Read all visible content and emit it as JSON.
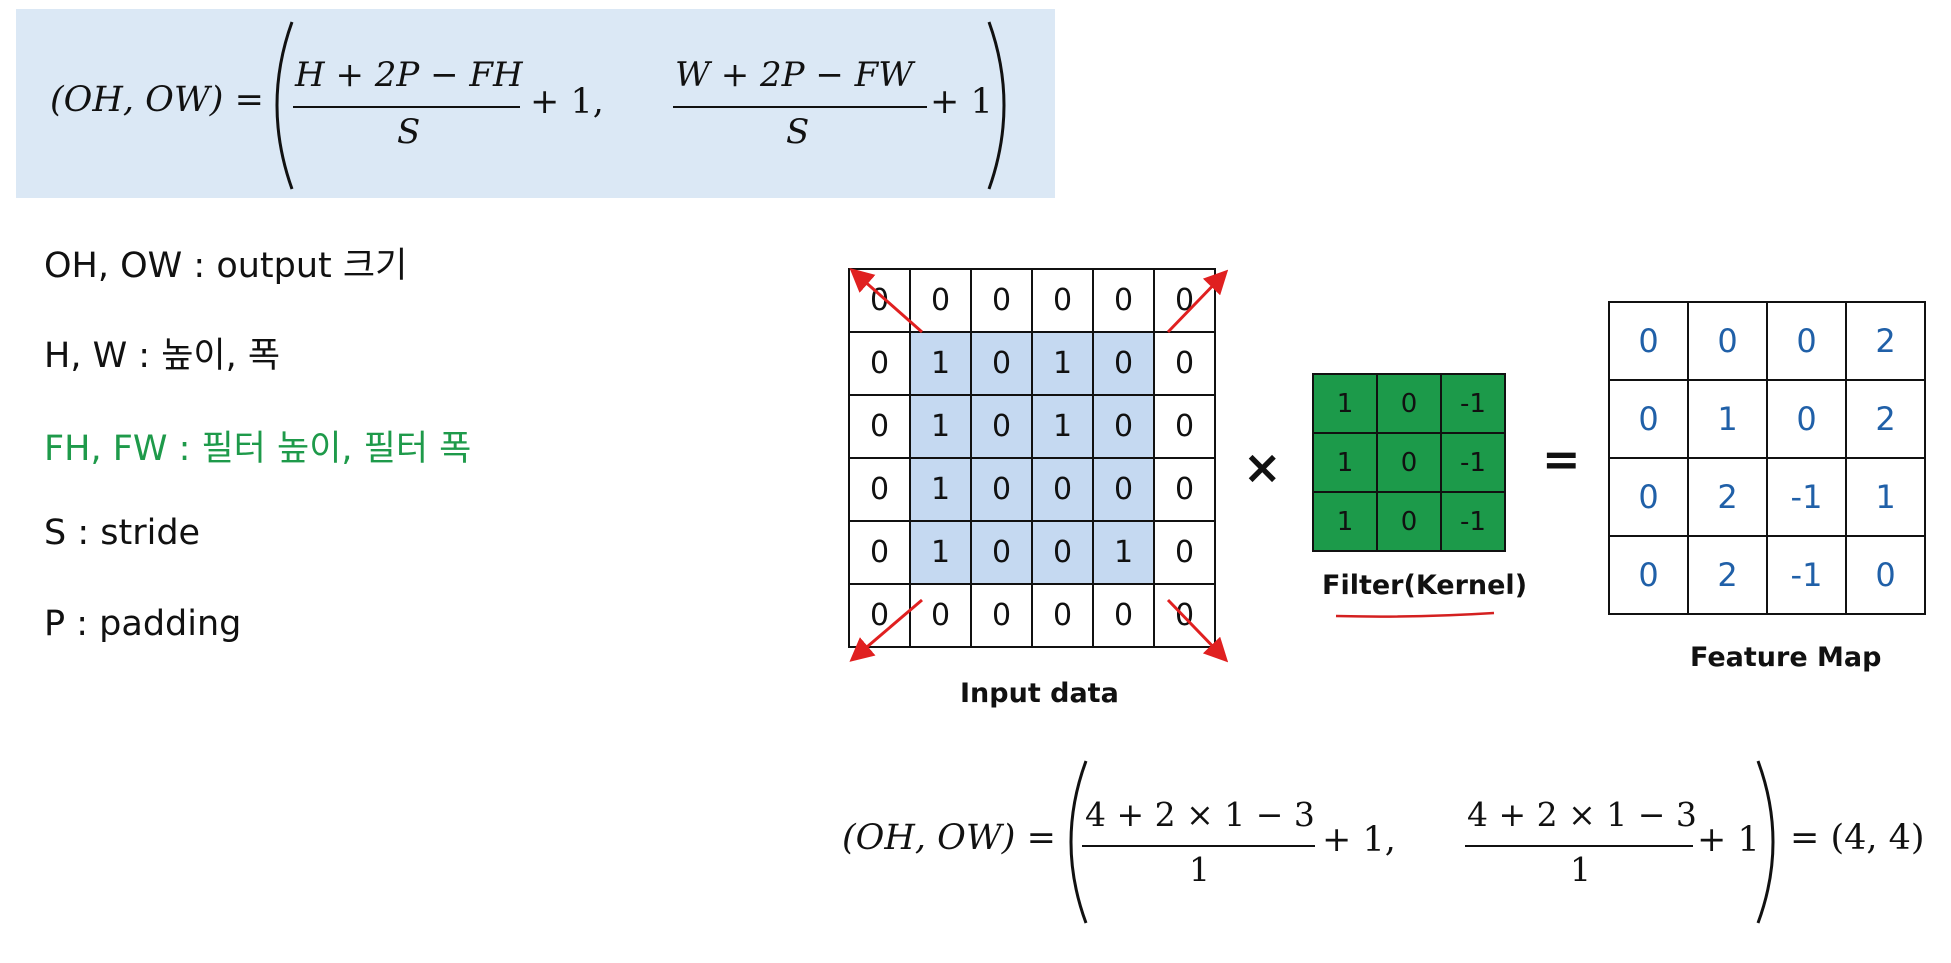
{
  "formula": {
    "lhs": "(OH, OW) =",
    "num1": "H + 2P  − FH",
    "den1": "S",
    "plus1": "+ 1,",
    "num2": "W + 2P  − FW",
    "den2": "S",
    "plus2": "+ 1"
  },
  "definitions": {
    "oh_ow": "OH, OW : output 크기",
    "h_w": "H, W :  높이, 폭",
    "fh_fw": "FH, FW : 필터 높이, 필터 폭",
    "s": "S : stride",
    "p": "P : padding"
  },
  "input_data": {
    "caption": "Input data",
    "rows": [
      [
        "0",
        "0",
        "0",
        "0",
        "0",
        "0"
      ],
      [
        "0",
        "1",
        "0",
        "1",
        "0",
        "0"
      ],
      [
        "0",
        "1",
        "0",
        "1",
        "0",
        "0"
      ],
      [
        "0",
        "1",
        "0",
        "0",
        "0",
        "0"
      ],
      [
        "0",
        "1",
        "0",
        "0",
        "1",
        "0"
      ],
      [
        "0",
        "0",
        "0",
        "0",
        "0",
        "0"
      ]
    ]
  },
  "operators": {
    "times": "×",
    "equals": "="
  },
  "filter": {
    "caption": "Filter(Kernel)",
    "rows": [
      [
        "1",
        "0",
        "-1"
      ],
      [
        "1",
        "0",
        "-1"
      ],
      [
        "1",
        "0",
        "-1"
      ]
    ]
  },
  "feature_map": {
    "caption": "Feature Map",
    "rows": [
      [
        "0",
        "0",
        "0",
        "2"
      ],
      [
        "0",
        "1",
        "0",
        "2"
      ],
      [
        "0",
        "2",
        "-1",
        "1"
      ],
      [
        "0",
        "2",
        "-1",
        "0"
      ]
    ]
  },
  "example": {
    "lhs": "(OH, OW) =",
    "num1": "4 + 2 × 1  − 3",
    "den1": "1",
    "plus1": "+ 1,",
    "num2": "4 + 2 × 1 − 3",
    "den2": "1",
    "plus2": "+ 1",
    "result": "= (4, 4)"
  },
  "colors": {
    "formula_bg": "#dbe8f5",
    "green_text": "#1e9a4a",
    "input_highlight": "#c5d9f1",
    "filter_bg": "#1c9a4a",
    "feature_map_text": "#2060a8",
    "arrow_red": "#e02020"
  }
}
